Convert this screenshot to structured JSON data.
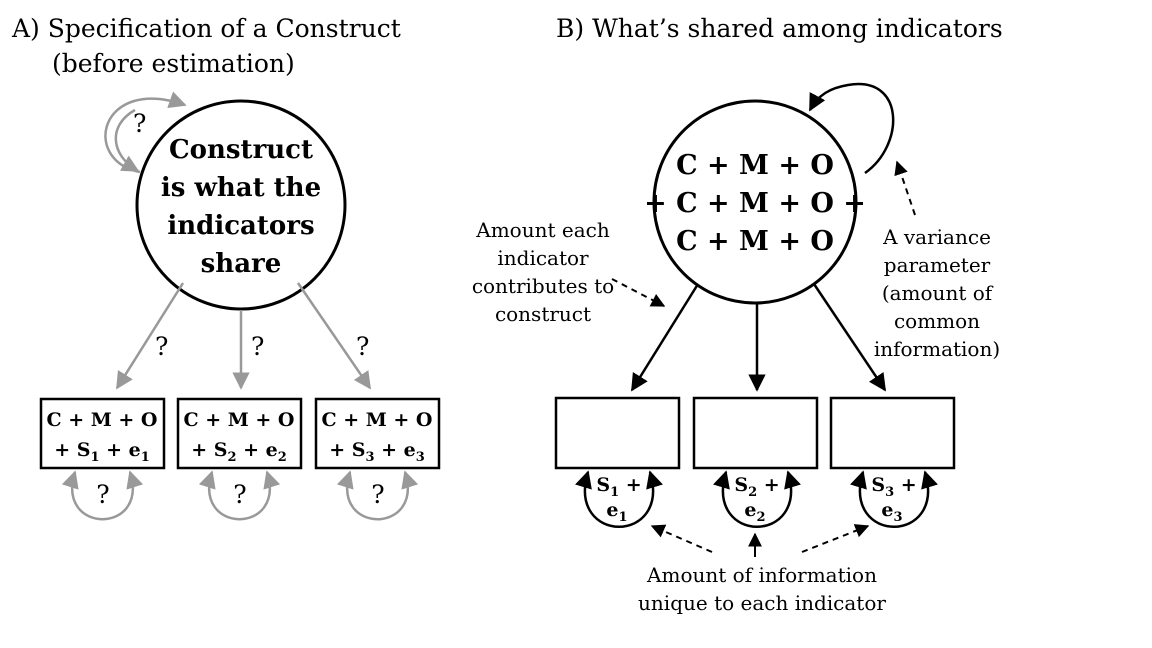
{
  "panel_a": {
    "title_line1": "A) Specification of a Construct",
    "title_line2": "(before estimation)",
    "construct_lines": [
      "Construct",
      "is what the",
      "indicators",
      "share"
    ],
    "question_mark": "?",
    "indicators": [
      {
        "line1": "C + M + O",
        "line2_prefix": "+ S",
        "index": "1",
        "line2_mid": " + e",
        "index2": "1"
      },
      {
        "line1": "C + M + O",
        "line2_prefix": "+ S",
        "index": "2",
        "line2_mid": " + e",
        "index2": "2"
      },
      {
        "line1": "C + M + O",
        "line2_prefix": "+ S",
        "index": "3",
        "line2_mid": " + e",
        "index2": "3"
      }
    ]
  },
  "panel_b": {
    "title": "B) What’s shared among indicators",
    "construct_lines": [
      "C + M + O",
      "+ C + M + O +",
      "C + M + O"
    ],
    "left_note_lines": [
      "Amount each",
      "indicator",
      "contributes to",
      "construct"
    ],
    "right_note_lines": [
      "A variance",
      "parameter",
      "(amount of",
      "common",
      "information)"
    ],
    "bottom_note_lines": [
      "Amount of information",
      "unique to each indicator"
    ],
    "residuals": [
      {
        "s": "S",
        "s_index": "1",
        "plus": " +",
        "e": "e",
        "e_index": "1"
      },
      {
        "s": "S",
        "s_index": "2",
        "plus": " +",
        "e": "e",
        "e_index": "2"
      },
      {
        "s": "S",
        "s_index": "3",
        "plus": " +",
        "e": "e",
        "e_index": "3"
      }
    ]
  }
}
